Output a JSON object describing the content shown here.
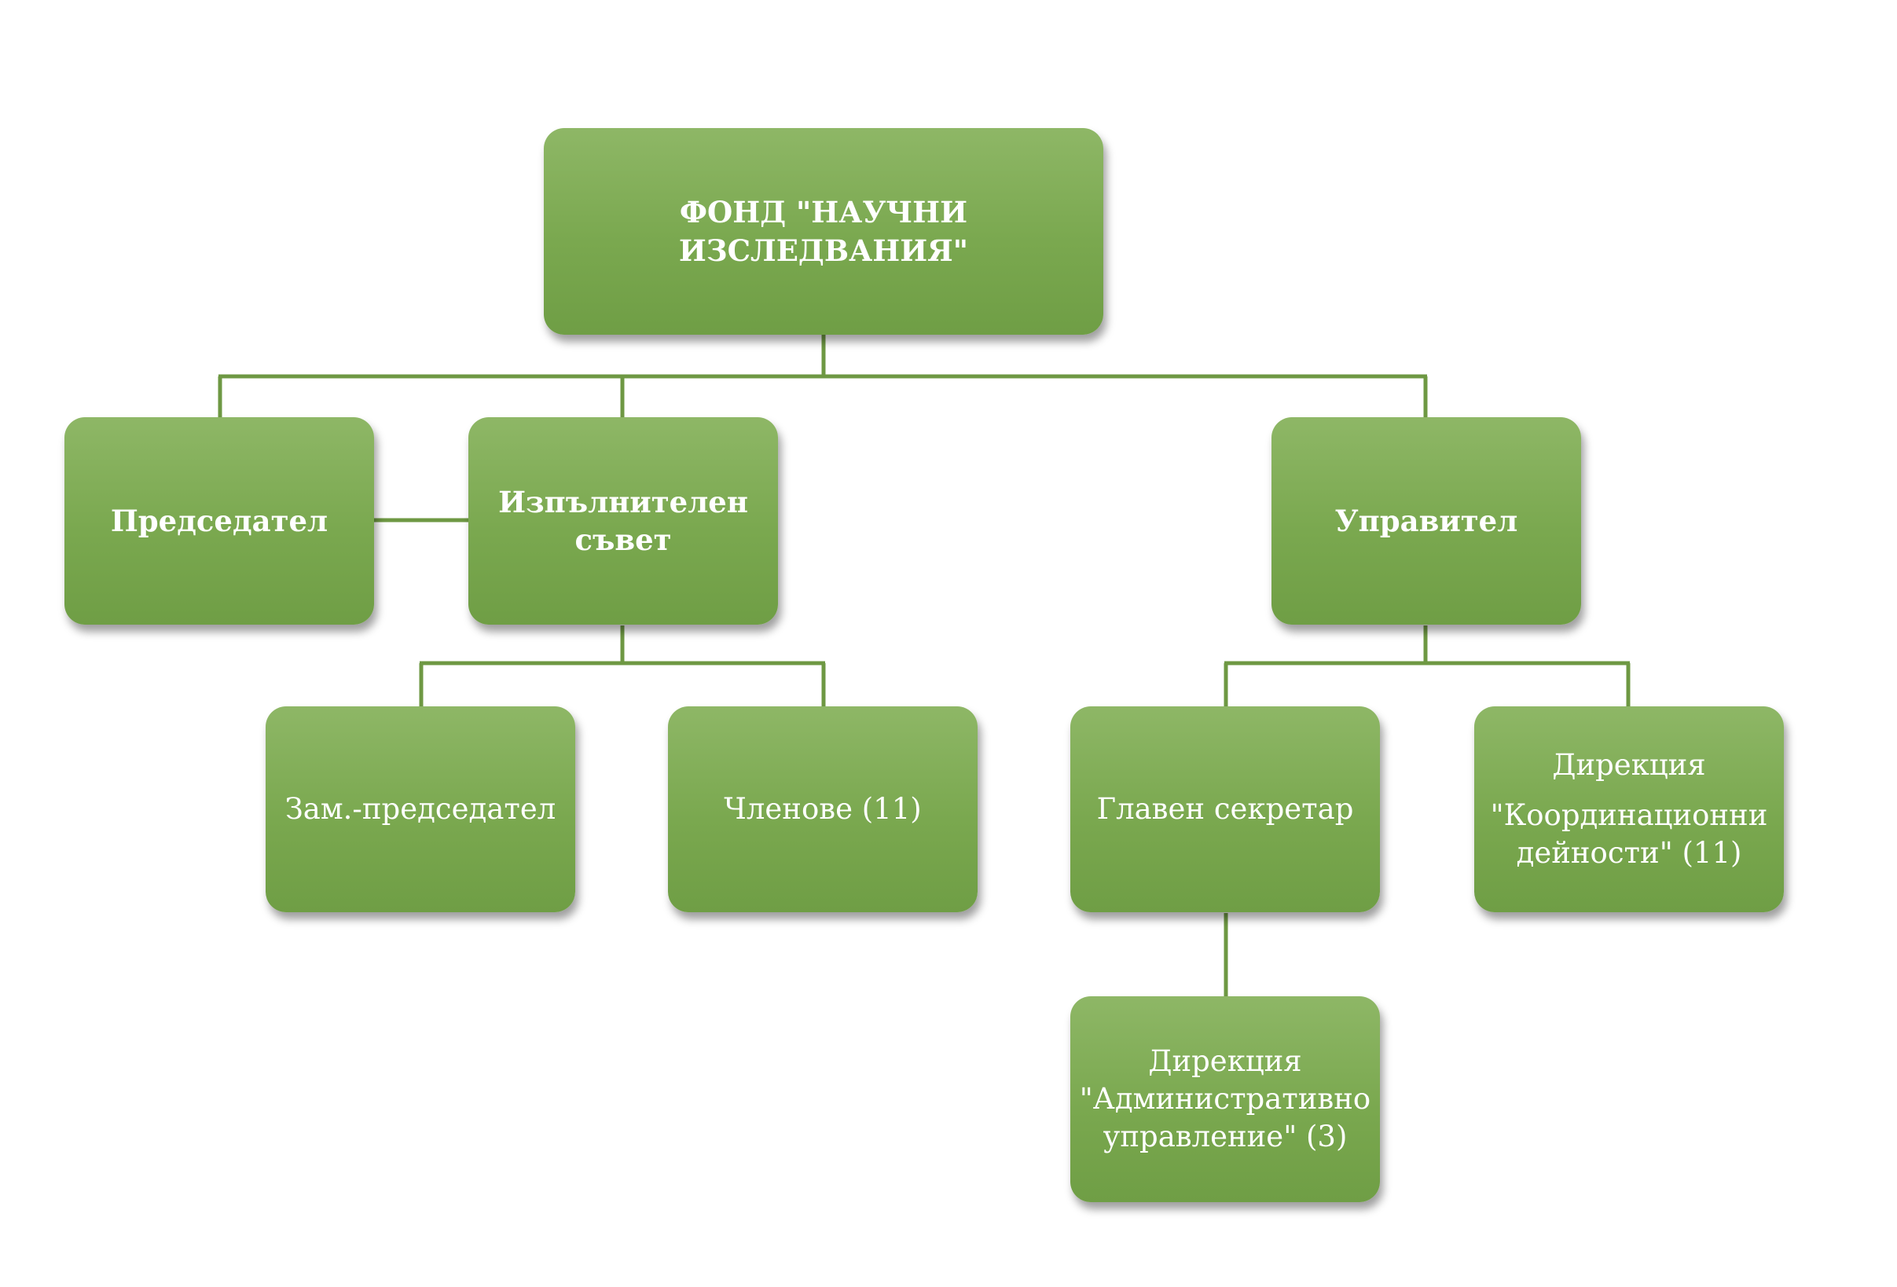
{
  "diagram": {
    "line_color": "#6e9843",
    "box_color": "#7eab55",
    "nodes": {
      "root": "ФОНД \"НАУЧНИ ИЗСЛЕДВАНИЯ\"",
      "chairman": "Председател",
      "exec_council_line1": "Изпълнителен",
      "exec_council_line2": "съвет",
      "manager": "Управител",
      "deputy_chairman": "Зам.-председател",
      "members": "Членове (11)",
      "chief_secretary": "Главен секретар",
      "dir_coord_line1": "Дирекция",
      "dir_coord_line2": "\"Координационни",
      "dir_coord_line3": "дейности\" (11)",
      "dir_admin_line1": "Дирекция",
      "dir_admin_line2": "\"Административно",
      "dir_admin_line3": "управление\" (3)"
    }
  }
}
